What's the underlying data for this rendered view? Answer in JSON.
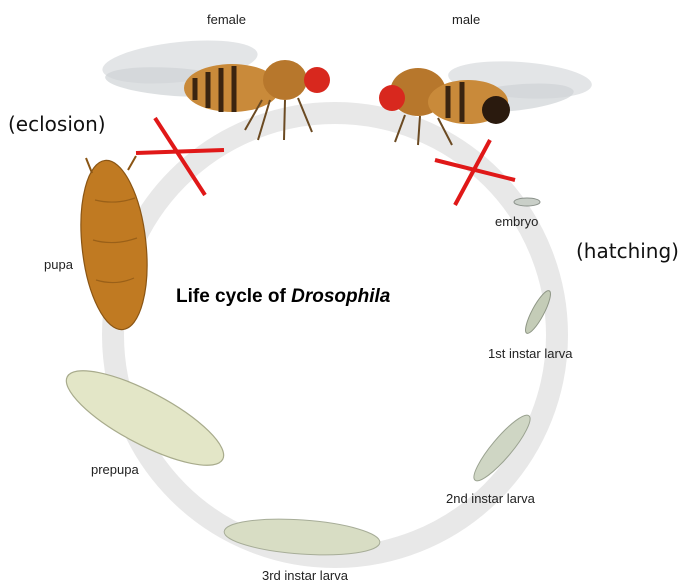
{
  "title": {
    "prefix": "Life cycle of ",
    "italic": "Drosophila"
  },
  "stages": {
    "female": "female",
    "male": "male",
    "embryo": "embryo",
    "first_instar": "1st instar larva",
    "second_instar": "2nd instar larva",
    "third_instar": "3rd instar larva",
    "prepupa": "prepupa",
    "pupa": "pupa"
  },
  "events": {
    "eclosion": "(eclosion)",
    "hatching": "(hatching)"
  },
  "colors": {
    "cycle_ring": "#e8e8e8",
    "cross_marks": "#e01818",
    "fly_body": "#c98a3a",
    "fly_eye": "#d8281e",
    "pupa": "#c07a22",
    "larva": "#d5dcc0"
  },
  "icons": [
    "female-fly-icon",
    "male-fly-icon",
    "embryo-icon",
    "larva-icon",
    "prepupa-icon",
    "pupa-icon",
    "cross-mark-icon"
  ]
}
